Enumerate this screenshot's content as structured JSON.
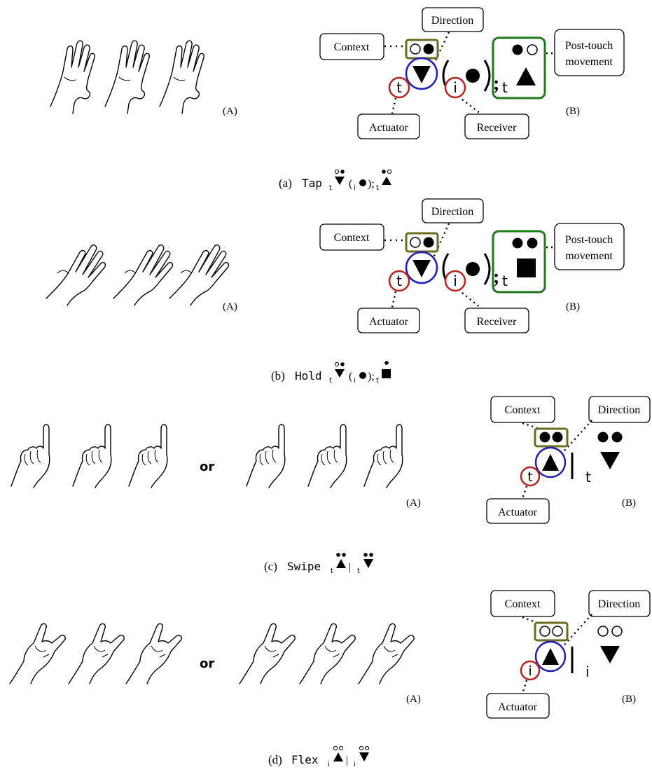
{
  "labels": {
    "context": "Context",
    "direction": "Direction",
    "actuator": "Actuator",
    "receiver": "Receiver",
    "post_touch_line1": "Post-touch",
    "post_touch_line2": "movement",
    "panel_a": "(A)",
    "panel_b": "(B)",
    "or": "or",
    "actuator_t": "t",
    "actuator_i": "i",
    "receiver_i": "i",
    "subscript_t": "t",
    "subscript_i": "i"
  },
  "captions": [
    {
      "prefix": "(a)",
      "gesture": "Tap"
    },
    {
      "prefix": "(b)",
      "gesture": "Hold"
    },
    {
      "prefix": "(c)",
      "gesture": "Swipe"
    },
    {
      "prefix": "(d)",
      "gesture": "Flex"
    }
  ],
  "colors": {
    "context_box": "#6b6b1f",
    "direction_circle": "#1f1fb8",
    "actuator_circle": "#b8231f",
    "post_touch_box": "#1f7a1f"
  }
}
